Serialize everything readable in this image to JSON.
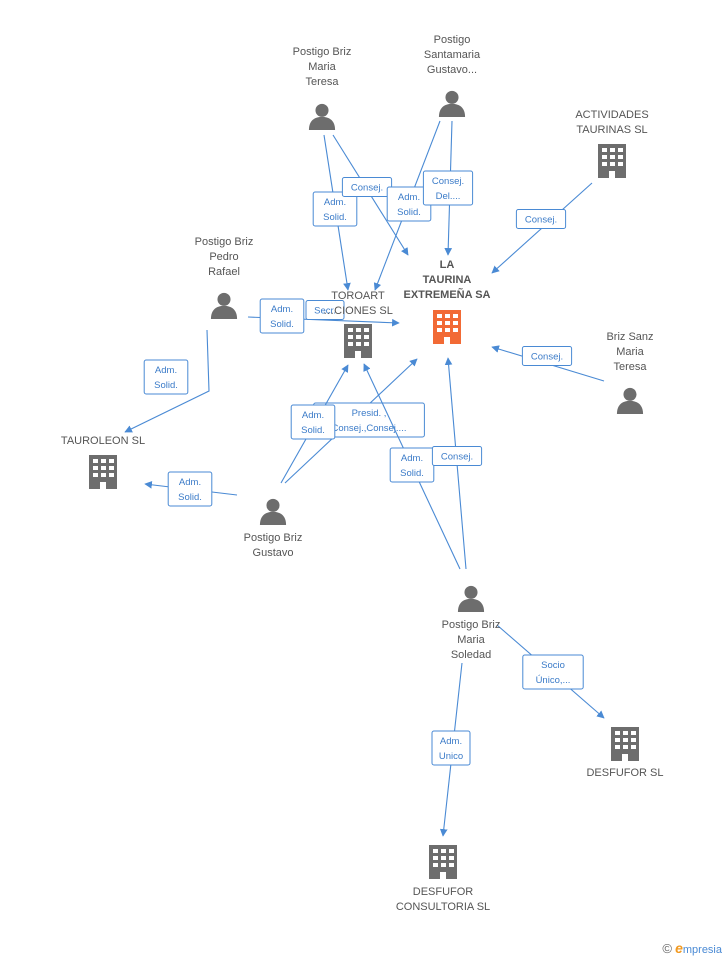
{
  "colors": {
    "edge": "#4a8ad4",
    "person": "#6d6d6d",
    "company": "#6d6d6d",
    "main_company": "#f26a35",
    "label": "#555555"
  },
  "watermark": {
    "copyright": "©",
    "e": "e",
    "brand": "mpresia"
  },
  "nodes": [
    {
      "id": "la-taurina",
      "type": "company",
      "main": true,
      "label": [
        "LA",
        "TAURINA",
        "EXTREMEÑA SA"
      ]
    },
    {
      "id": "toroart",
      "type": "company",
      "label": [
        "TOROART",
        "…CIONES SL"
      ]
    },
    {
      "id": "actividades",
      "type": "company",
      "label": [
        "ACTIVIDADES",
        "TAURINAS  SL"
      ]
    },
    {
      "id": "tauroleon",
      "type": "company",
      "label": [
        "TAUROLEON  SL"
      ]
    },
    {
      "id": "desfufor",
      "type": "company",
      "label": [
        "DESFUFOR SL"
      ]
    },
    {
      "id": "desfufor-consultoria",
      "type": "company",
      "label": [
        "DESFUFOR",
        "CONSULTORIA SL"
      ]
    },
    {
      "id": "pb-maria-teresa",
      "type": "person",
      "label": [
        "Postigo Briz",
        "Maria",
        "Teresa"
      ]
    },
    {
      "id": "ps-gustavo",
      "type": "person",
      "label": [
        "Postigo",
        "Santamaria",
        "Gustavo..."
      ]
    },
    {
      "id": "pb-pedro-rafael",
      "type": "person",
      "label": [
        "Postigo Briz",
        "Pedro",
        "Rafael"
      ]
    },
    {
      "id": "bs-maria-teresa",
      "type": "person",
      "label": [
        "Briz Sanz",
        "Maria",
        "Teresa"
      ]
    },
    {
      "id": "pb-gustavo",
      "type": "person",
      "label": [
        "Postigo Briz",
        "Gustavo"
      ]
    },
    {
      "id": "pb-maria-soledad",
      "type": "person",
      "label": [
        "Postigo Briz",
        "Maria",
        "Soledad"
      ]
    }
  ],
  "edges": [
    {
      "id": "e1",
      "label": [
        "Adm.",
        "Solid."
      ]
    },
    {
      "id": "e2",
      "label": [
        "Consej."
      ]
    },
    {
      "id": "e3",
      "label": [
        "Adm.",
        "Solid."
      ]
    },
    {
      "id": "e4",
      "label": [
        "Consej.",
        "Del...."
      ]
    },
    {
      "id": "e5",
      "label": [
        "Consej."
      ]
    },
    {
      "id": "e6",
      "label": [
        "Adm.",
        "Solid."
      ]
    },
    {
      "id": "e7",
      "label": [
        "Secr."
      ]
    },
    {
      "id": "e8",
      "label": [
        "Adm.",
        "Solid."
      ]
    },
    {
      "id": "e9",
      "label": [
        "Consej."
      ]
    },
    {
      "id": "e10",
      "label": [
        "Presid. ,",
        "Consej.,Consej...."
      ]
    },
    {
      "id": "e11",
      "label": [
        "Adm.",
        "Solid."
      ]
    },
    {
      "id": "e12",
      "label": [
        "Adm.",
        "Solid."
      ]
    },
    {
      "id": "e13",
      "label": [
        "Adm.",
        "Solid."
      ]
    },
    {
      "id": "e14",
      "label": [
        "Consej."
      ]
    },
    {
      "id": "e15",
      "label": [
        "Socio",
        "Único,..."
      ]
    },
    {
      "id": "e16",
      "label": [
        "Adm.",
        "Unico"
      ]
    }
  ]
}
